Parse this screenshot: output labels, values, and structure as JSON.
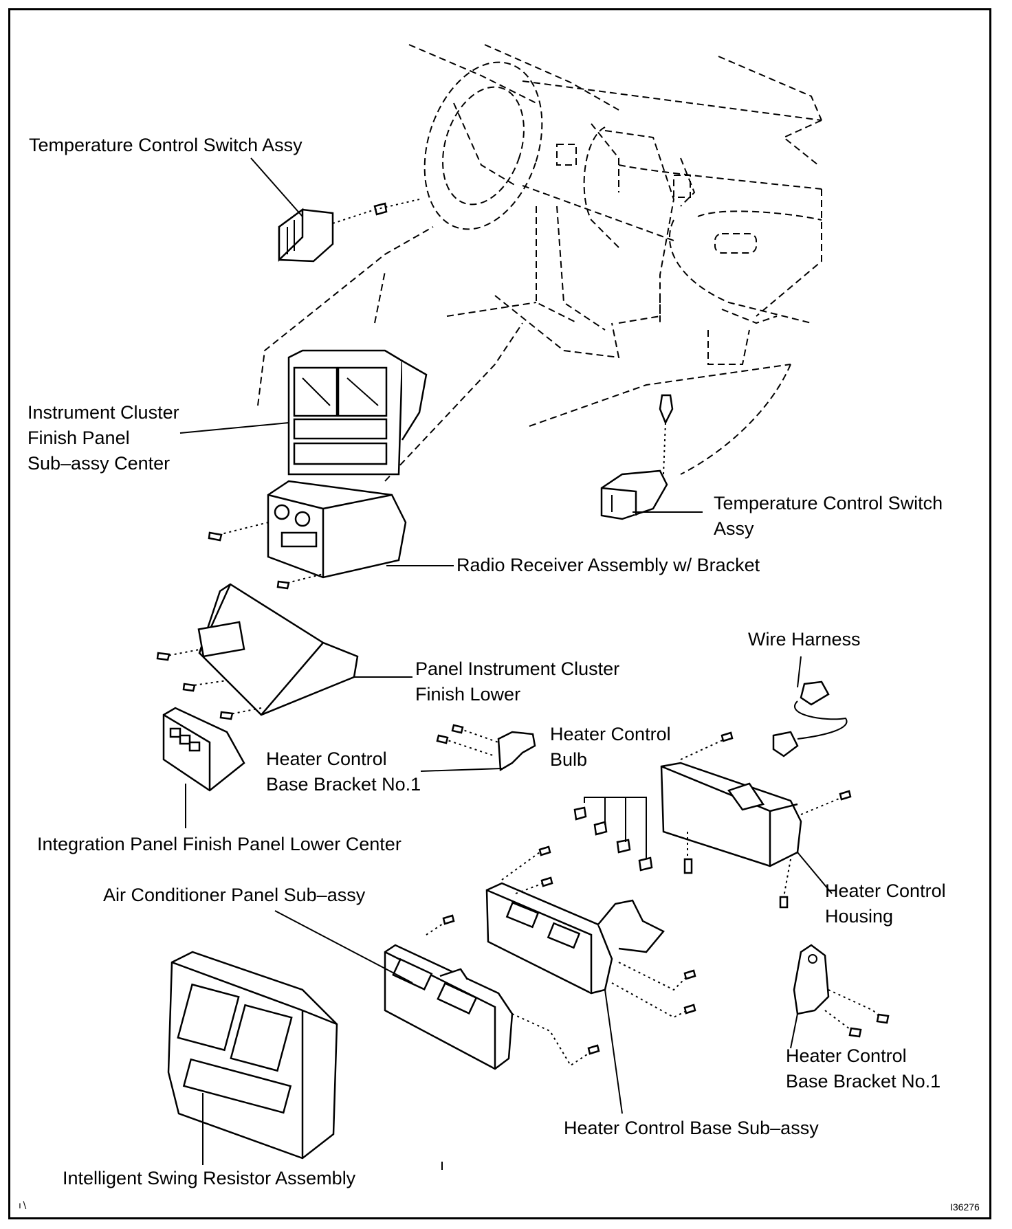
{
  "labels": {
    "temp_switch_left": "Temperature Control Switch Assy",
    "cluster_finish_panel_1": "Instrument Cluster",
    "cluster_finish_panel_2": "Finish Panel",
    "cluster_finish_panel_3": "Sub–assy Center",
    "temp_switch_right_1": "Temperature Control Switch",
    "temp_switch_right_2": "Assy",
    "radio_receiver": "Radio Receiver Assembly w/ Bracket",
    "wire_harness": "Wire Harness",
    "panel_cluster_lower_1": "Panel Instrument Cluster",
    "panel_cluster_lower_2": "Finish Lower",
    "heater_bulb_1": "Heater Control",
    "heater_bulb_2": "Bulb",
    "base_bracket_left_1": "Heater Control",
    "base_bracket_left_2": "Base Bracket No.1",
    "integration_panel": "Integration Panel Finish Panel Lower Center",
    "heater_housing_1": "Heater Control",
    "heater_housing_2": "Housing",
    "ac_panel": "Air Conditioner Panel Sub–assy",
    "base_bracket_right_1": "Heater Control",
    "base_bracket_right_2": "Base Bracket No.1",
    "heater_base": "Heater Control Base Sub–assy",
    "swing_resistor": "Intelligent Swing Resistor Assembly"
  },
  "corner_mark": "ı∖",
  "figure_id": "I36276"
}
